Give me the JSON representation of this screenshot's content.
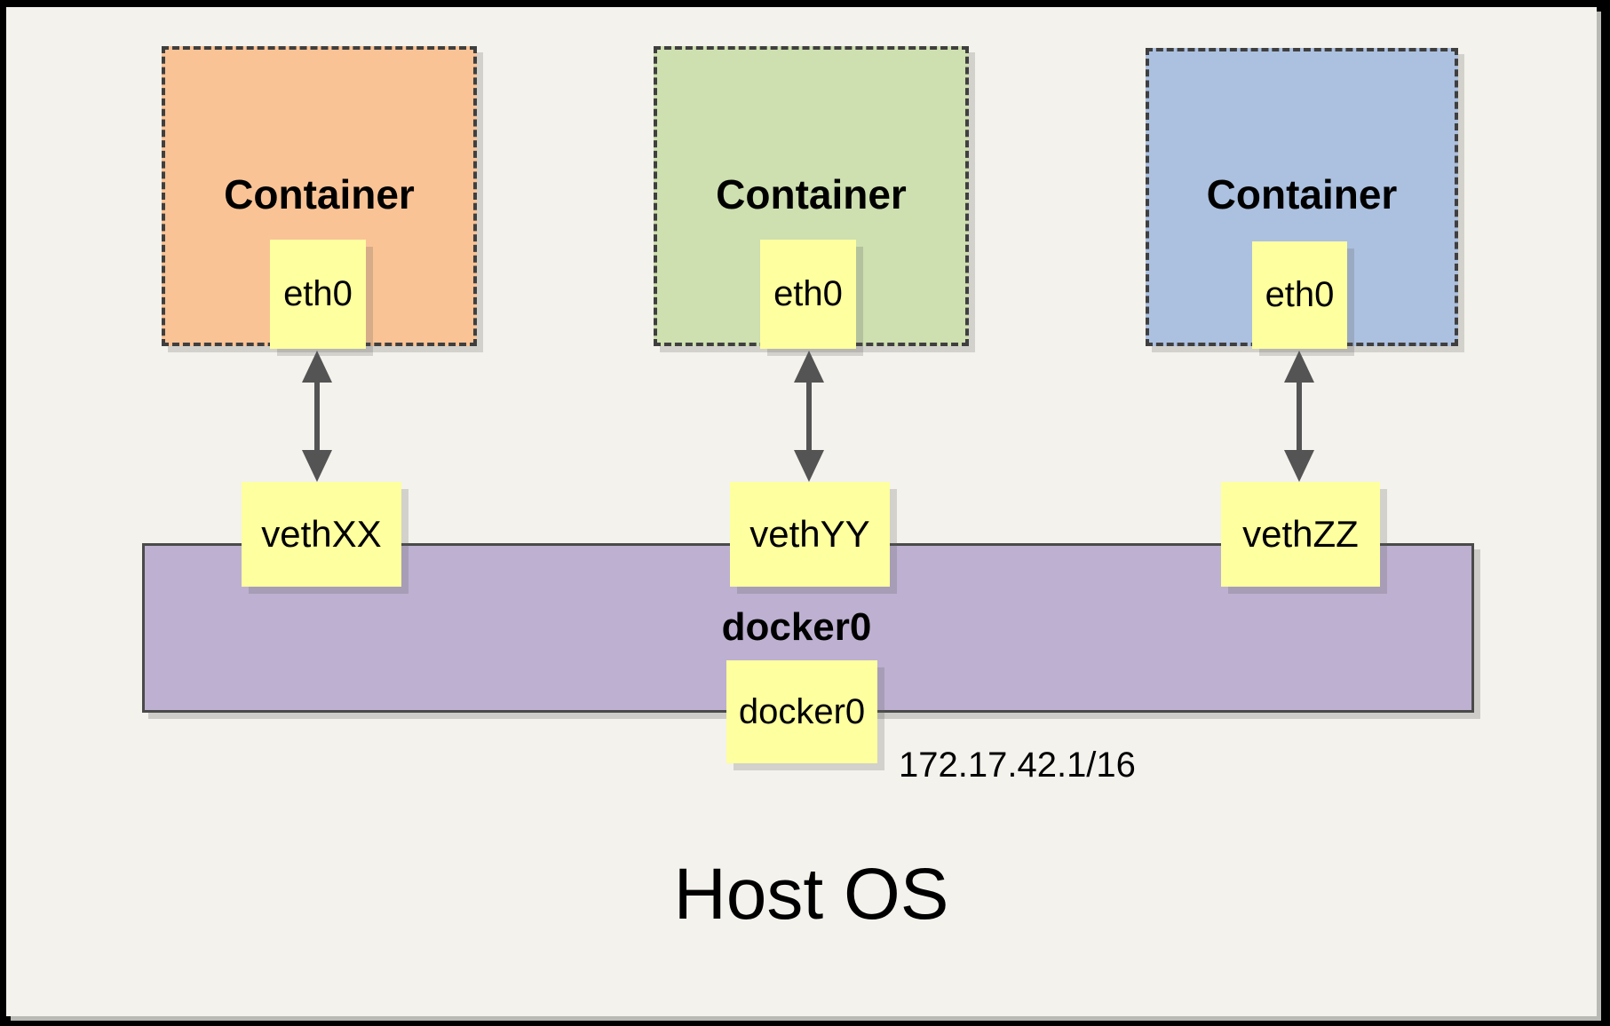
{
  "diagram": {
    "title_implicit": "Docker bridge networking",
    "containers": [
      {
        "label": "Container",
        "fill_color": "#F9C396",
        "eth_label": "eth0",
        "veth_label": "vethXX"
      },
      {
        "label": "Container",
        "fill_color": "#CEDFB0",
        "eth_label": "eth0",
        "veth_label": "vethYY"
      },
      {
        "label": "Container",
        "fill_color": "#ACC0DF",
        "eth_label": "eth0",
        "veth_label": "vethZZ"
      }
    ],
    "bridge": {
      "label": "docker0",
      "interface_box_label": "docker0",
      "ip": "172.17.42.1/16",
      "fill_color": "#BDB0D0"
    },
    "host": {
      "label": "Host OS"
    },
    "colors": {
      "background": "#F4F2EC",
      "frame": "#000000",
      "note_yellow": "#FEFF9F",
      "dashed_border": "#3f3f3f",
      "arrow": "#545454"
    }
  }
}
